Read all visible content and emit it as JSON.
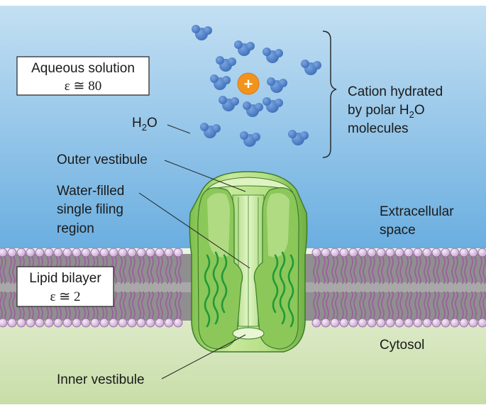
{
  "boxes": {
    "aqueous": {
      "title": "Aqueous solution",
      "epsilon": "ε ≅ 80"
    },
    "bilayer": {
      "title": "Lipid bilayer",
      "epsilon": "ε ≅ 2"
    }
  },
  "labels": {
    "cation_symbol": "+",
    "h2o_main": "H",
    "h2o_sub": "2",
    "h2o_tail": "O",
    "cation_hydrated": {
      "line1": "Cation hydrated",
      "line2_main": "by polar H",
      "line2_sub": "2",
      "line2_tail": "O",
      "line3": "molecules"
    },
    "outer_vestibule": "Outer vestibule",
    "water_filled": [
      "Water-filled",
      "single filing",
      "region"
    ],
    "extracellular": [
      "Extracellular",
      "space"
    ],
    "cytosol": "Cytosol",
    "inner_vestibule": "Inner vestibule"
  },
  "colors": {
    "sky_top": "#bfdcf0",
    "sky_bottom": "#6fb0df",
    "cytosol_top": "#ffffff",
    "cytosol_bottom": "#c9dfa8",
    "bilayer_gray": "#9a9a9a",
    "lipid_head": "#e0c6e6",
    "lipid_tail": "#9c5c9e",
    "water": "#4f7fc8",
    "cation": "#f2931d",
    "channel_light": "#cfeaa4",
    "channel_mid": "#9ed06a",
    "channel_dark": "#5fa23b",
    "channel_stroke": "#3d7d28",
    "helix": "#1f9a37"
  }
}
